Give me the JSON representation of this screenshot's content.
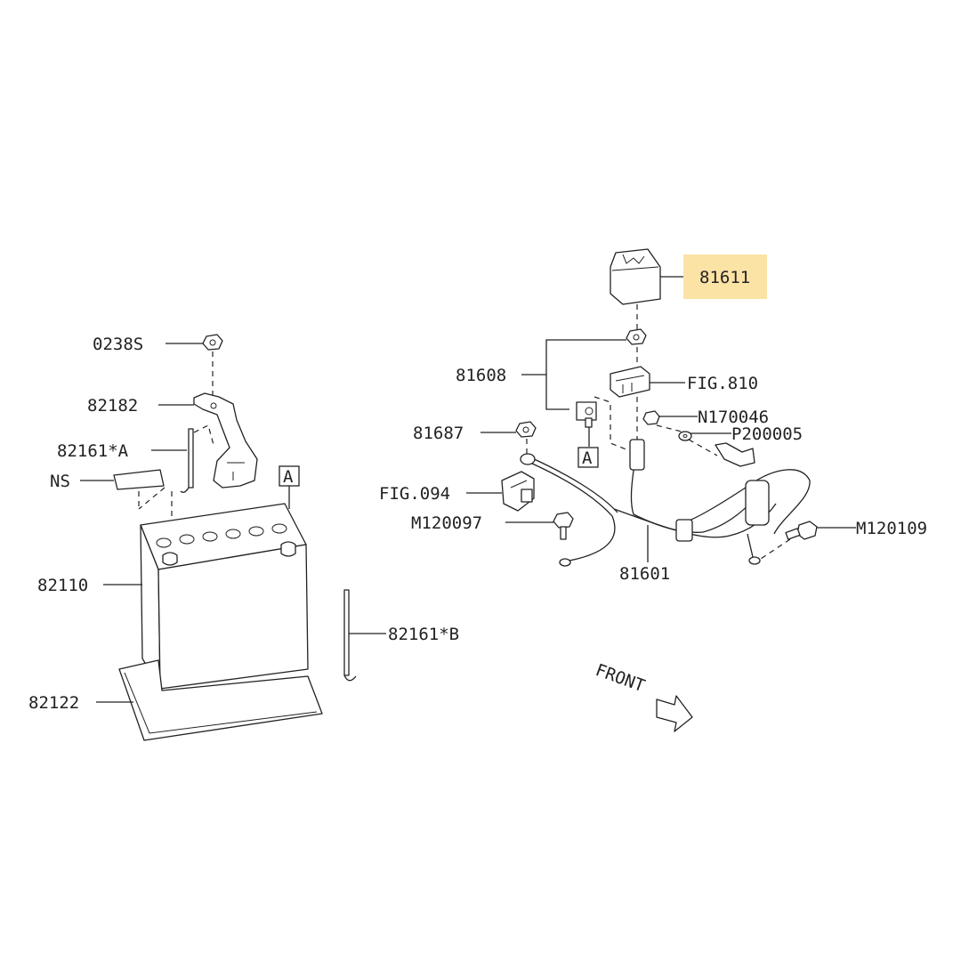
{
  "labels": {
    "p0238s": "0238S",
    "p82182": "82182",
    "p82161a": "82161*A",
    "ns": "NS",
    "ref_a_left": "A",
    "p82110": "82110",
    "p82161b": "82161*B",
    "p82122": "82122",
    "p81611": "81611",
    "p81608": "81608",
    "fig810": "FIG.810",
    "n170046": "N170046",
    "p81687": "81687",
    "p200005": "P200005",
    "ref_a_right": "A",
    "fig094": "FIG.094",
    "m120097": "M120097",
    "m120109": "M120109",
    "p81601": "81601",
    "front": "FRONT"
  },
  "colors": {
    "highlight": "#fbe3a6",
    "line": "#222222",
    "text": "#222222"
  }
}
